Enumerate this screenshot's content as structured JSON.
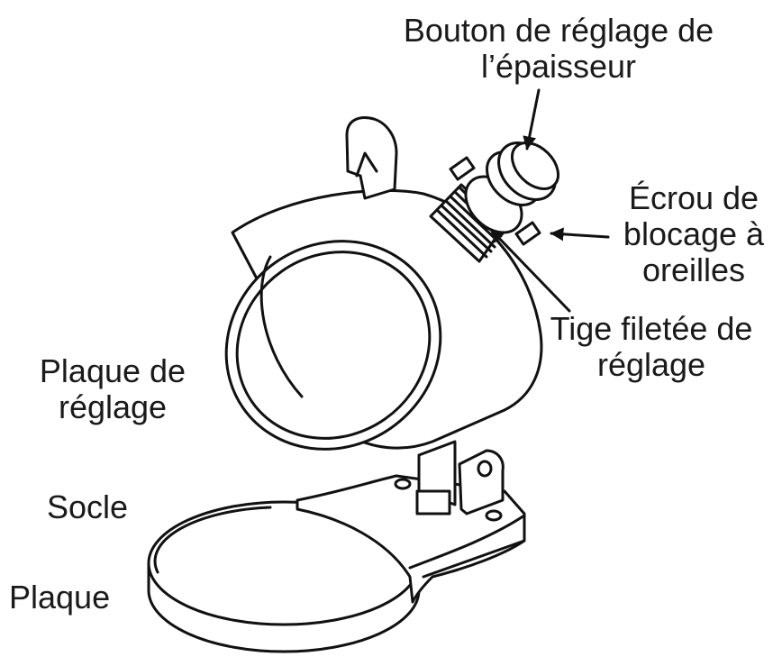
{
  "labels": {
    "thickness_knob": [
      "Bouton de réglage de",
      "l’épaisseur"
    ],
    "wing_lock_nut": [
      "Écrou de",
      "blocage à",
      "oreilles"
    ],
    "threaded_rod": [
      "Tige filetée de",
      "réglage"
    ],
    "adjustment_plate": [
      "Plaque de",
      "réglage"
    ],
    "base": "Socle",
    "plate": "Plaque"
  },
  "colors": {
    "line": "#111111",
    "text": "#1a1a1a",
    "background": "#ffffff"
  }
}
